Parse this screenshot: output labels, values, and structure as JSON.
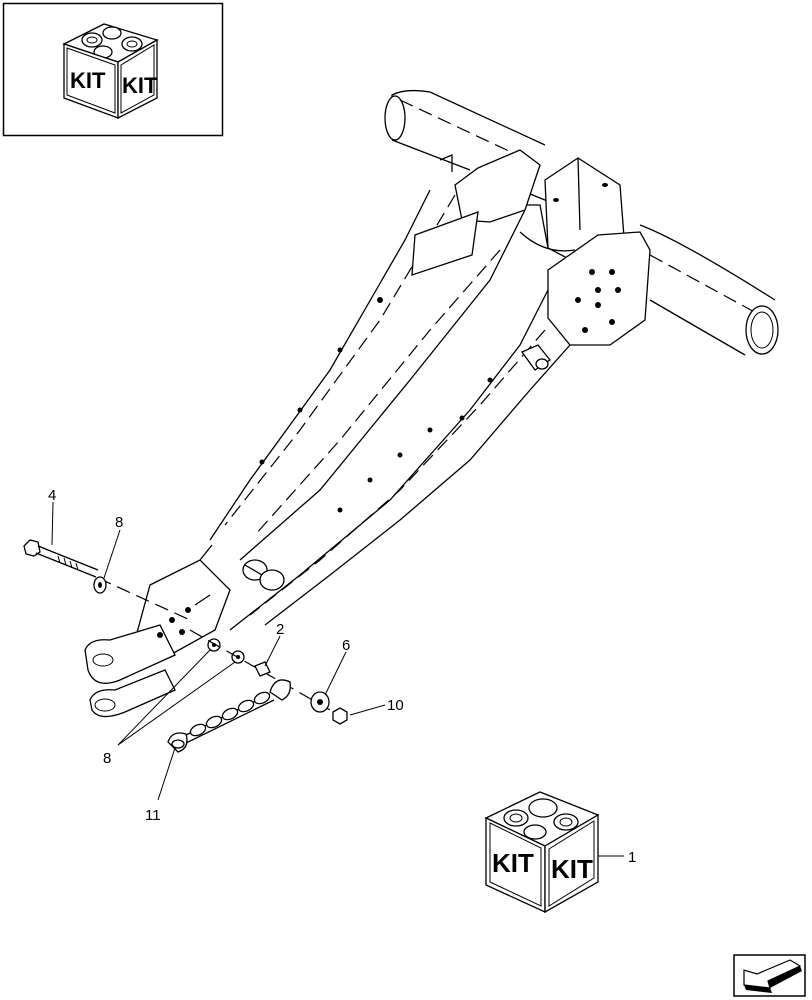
{
  "kit_label": "KIT",
  "callouts": [
    {
      "id": "4",
      "text": "4"
    },
    {
      "id": "8a",
      "text": "8"
    },
    {
      "id": "2",
      "text": "2"
    },
    {
      "id": "6",
      "text": "6"
    },
    {
      "id": "10",
      "text": "10"
    },
    {
      "id": "8b",
      "text": "8"
    },
    {
      "id": "11",
      "text": "11"
    },
    {
      "id": "1",
      "text": "1"
    }
  ],
  "icons": {
    "kit_box": "kit-box-icon",
    "navigation": "arrow-navigation-icon"
  }
}
